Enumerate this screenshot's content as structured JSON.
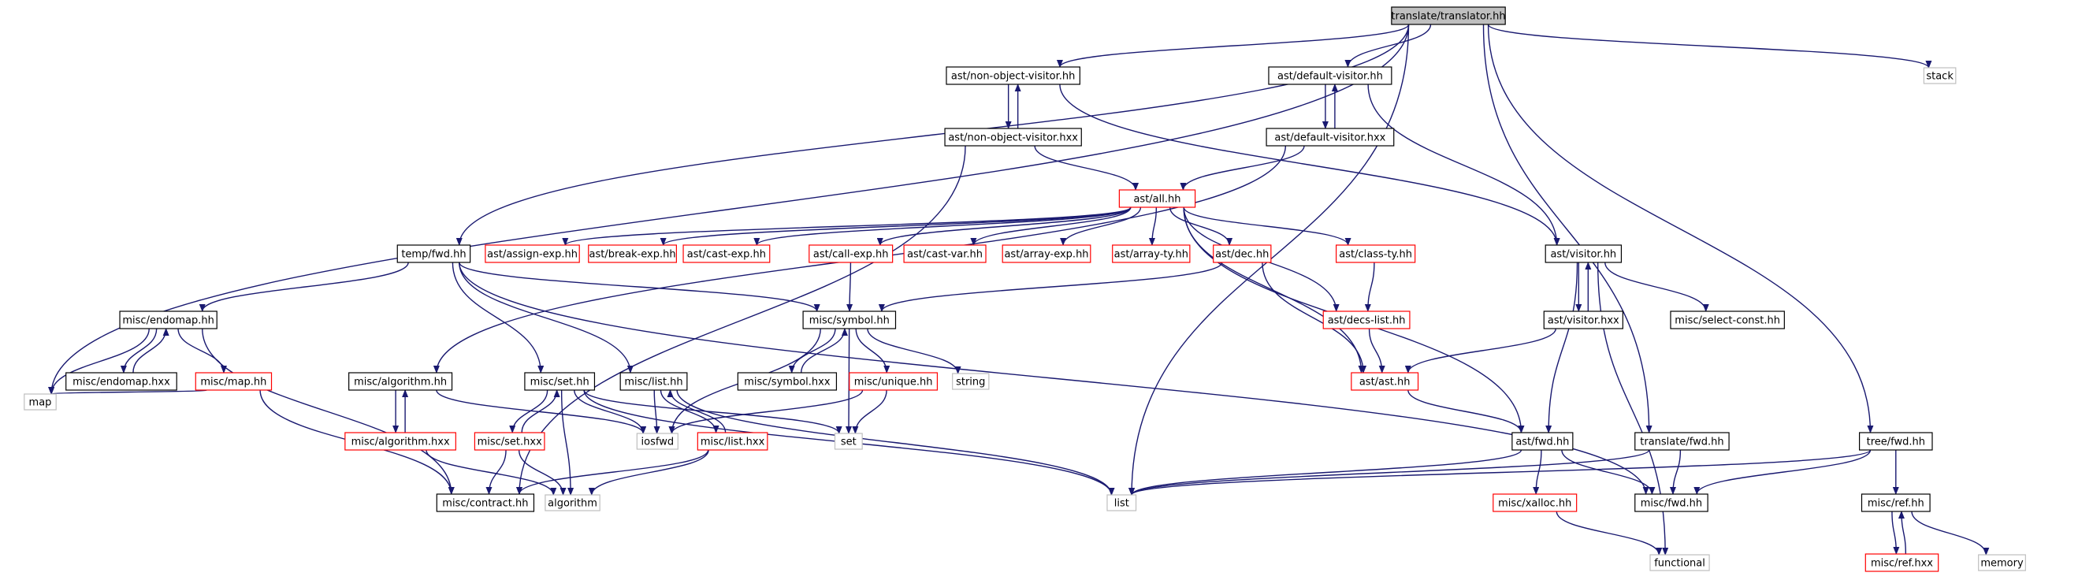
{
  "colors": {
    "edge": "#191970",
    "border_normal": "#000000",
    "border_truncated": "#ff0000",
    "border_external": "#bfbfbf",
    "root_fill": "#bfbfbf",
    "node_fill": "#ffffff"
  },
  "nodes": [
    {
      "id": "root",
      "label": "translate/translator.hh",
      "kind": "root"
    },
    {
      "id": "map",
      "label": "map",
      "kind": "external"
    },
    {
      "id": "nov_hh",
      "label": "ast/non-object-visitor.hh",
      "kind": "normal"
    },
    {
      "id": "nov_hxx",
      "label": "ast/non-object-visitor.hxx",
      "kind": "normal"
    },
    {
      "id": "dv_hh",
      "label": "ast/default-visitor.hh",
      "kind": "normal"
    },
    {
      "id": "dv_hxx",
      "label": "ast/default-visitor.hxx",
      "kind": "normal"
    },
    {
      "id": "stack",
      "label": "stack",
      "kind": "external"
    },
    {
      "id": "all_hh",
      "label": "ast/all.hh",
      "kind": "truncated"
    },
    {
      "id": "temp_fwd",
      "label": "temp/fwd.hh",
      "kind": "normal"
    },
    {
      "id": "assign",
      "label": "ast/assign-exp.hh",
      "kind": "truncated"
    },
    {
      "id": "break",
      "label": "ast/break-exp.hh",
      "kind": "truncated"
    },
    {
      "id": "cast_exp",
      "label": "ast/cast-exp.hh",
      "kind": "truncated"
    },
    {
      "id": "call_exp",
      "label": "ast/call-exp.hh",
      "kind": "truncated"
    },
    {
      "id": "cast_var",
      "label": "ast/cast-var.hh",
      "kind": "truncated"
    },
    {
      "id": "array_exp",
      "label": "ast/array-exp.hh",
      "kind": "truncated"
    },
    {
      "id": "array_ty",
      "label": "ast/array-ty.hh",
      "kind": "truncated"
    },
    {
      "id": "dec_hh",
      "label": "ast/dec.hh",
      "kind": "truncated"
    },
    {
      "id": "class_ty",
      "label": "ast/class-ty.hh",
      "kind": "truncated"
    },
    {
      "id": "visitor_hh",
      "label": "ast/visitor.hh",
      "kind": "normal"
    },
    {
      "id": "visitor_hxx",
      "label": "ast/visitor.hxx",
      "kind": "normal"
    },
    {
      "id": "select_const",
      "label": "misc/select-const.hh",
      "kind": "normal"
    },
    {
      "id": "decs_list",
      "label": "ast/decs-list.hh",
      "kind": "truncated"
    },
    {
      "id": "ast_hh",
      "label": "ast/ast.hh",
      "kind": "truncated"
    },
    {
      "id": "ast_fwd",
      "label": "ast/fwd.hh",
      "kind": "normal"
    },
    {
      "id": "endomap_hh",
      "label": "misc/endomap.hh",
      "kind": "normal"
    },
    {
      "id": "endomap_hxx",
      "label": "misc/endomap.hxx",
      "kind": "normal"
    },
    {
      "id": "misc_map",
      "label": "misc/map.hh",
      "kind": "truncated"
    },
    {
      "id": "symbol_hh",
      "label": "misc/symbol.hh",
      "kind": "normal"
    },
    {
      "id": "symbol_hxx",
      "label": "misc/symbol.hxx",
      "kind": "normal"
    },
    {
      "id": "unique_hh",
      "label": "misc/unique.hh",
      "kind": "truncated"
    },
    {
      "id": "string",
      "label": "string",
      "kind": "external"
    },
    {
      "id": "algo_hh",
      "label": "misc/algorithm.hh",
      "kind": "normal"
    },
    {
      "id": "algo_hxx",
      "label": "misc/algorithm.hxx",
      "kind": "truncated"
    },
    {
      "id": "set_hh",
      "label": "misc/set.hh",
      "kind": "normal"
    },
    {
      "id": "set_hxx",
      "label": "misc/set.hxx",
      "kind": "truncated"
    },
    {
      "id": "list_hh",
      "label": "misc/list.hh",
      "kind": "normal"
    },
    {
      "id": "list_hxx",
      "label": "misc/list.hxx",
      "kind": "truncated"
    },
    {
      "id": "iosfwd",
      "label": "iosfwd",
      "kind": "external"
    },
    {
      "id": "set",
      "label": "set",
      "kind": "external"
    },
    {
      "id": "contract",
      "label": "misc/contract.hh",
      "kind": "normal"
    },
    {
      "id": "algorithm",
      "label": "algorithm",
      "kind": "external"
    },
    {
      "id": "list",
      "label": "list",
      "kind": "external"
    },
    {
      "id": "translate_fwd",
      "label": "translate/fwd.hh",
      "kind": "normal"
    },
    {
      "id": "misc_fwd",
      "label": "misc/fwd.hh",
      "kind": "normal"
    },
    {
      "id": "xalloc",
      "label": "misc/xalloc.hh",
      "kind": "truncated"
    },
    {
      "id": "functional",
      "label": "functional",
      "kind": "external"
    },
    {
      "id": "tree_fwd",
      "label": "tree/fwd.hh",
      "kind": "normal"
    },
    {
      "id": "ref_hh",
      "label": "misc/ref.hh",
      "kind": "normal"
    },
    {
      "id": "ref_hxx",
      "label": "misc/ref.hxx",
      "kind": "truncated"
    },
    {
      "id": "memory",
      "label": "memory",
      "kind": "external"
    }
  ],
  "edges": [
    [
      "root",
      "map"
    ],
    [
      "root",
      "nov_hh"
    ],
    [
      "root",
      "dv_hh"
    ],
    [
      "root",
      "stack"
    ],
    [
      "root",
      "temp_fwd"
    ],
    [
      "root",
      "list"
    ],
    [
      "root",
      "translate_fwd"
    ],
    [
      "root",
      "tree_fwd"
    ],
    [
      "nov_hh",
      "nov_hxx"
    ],
    [
      "nov_hxx",
      "nov_hh"
    ],
    [
      "nov_hh",
      "visitor_hh"
    ],
    [
      "nov_hxx",
      "all_hh"
    ],
    [
      "nov_hxx",
      "contract"
    ],
    [
      "dv_hh",
      "dv_hxx"
    ],
    [
      "dv_hxx",
      "dv_hh"
    ],
    [
      "dv_hh",
      "visitor_hh"
    ],
    [
      "dv_hxx",
      "all_hh"
    ],
    [
      "dv_hxx",
      "algo_hh"
    ],
    [
      "all_hh",
      "assign"
    ],
    [
      "all_hh",
      "break"
    ],
    [
      "all_hh",
      "cast_exp"
    ],
    [
      "all_hh",
      "call_exp"
    ],
    [
      "all_hh",
      "cast_var"
    ],
    [
      "all_hh",
      "array_exp"
    ],
    [
      "all_hh",
      "array_ty"
    ],
    [
      "all_hh",
      "dec_hh"
    ],
    [
      "all_hh",
      "class_ty"
    ],
    [
      "all_hh",
      "decs_list"
    ],
    [
      "all_hh",
      "ast_hh"
    ],
    [
      "all_hh",
      "ast_fwd"
    ],
    [
      "call_exp",
      "symbol_hh"
    ],
    [
      "dec_hh",
      "symbol_hh"
    ],
    [
      "dec_hh",
      "ast_hh"
    ],
    [
      "class_ty",
      "decs_list"
    ],
    [
      "decs_list",
      "ast_hh"
    ],
    [
      "visitor_hh",
      "visitor_hxx"
    ],
    [
      "visitor_hxx",
      "visitor_hh"
    ],
    [
      "visitor_hh",
      "select_const"
    ],
    [
      "visitor_hh",
      "ast_fwd"
    ],
    [
      "visitor_hh",
      "functional"
    ],
    [
      "visitor_hxx",
      "ast_hh"
    ],
    [
      "ast_hh",
      "ast_fwd"
    ],
    [
      "ast_fwd",
      "list"
    ],
    [
      "ast_fwd",
      "misc_fwd"
    ],
    [
      "ast_fwd",
      "xalloc"
    ],
    [
      "temp_fwd",
      "endomap_hh"
    ],
    [
      "temp_fwd",
      "symbol_hh"
    ],
    [
      "temp_fwd",
      "set_hh"
    ],
    [
      "temp_fwd",
      "list_hh"
    ],
    [
      "temp_fwd",
      "misc_fwd"
    ],
    [
      "endomap_hh",
      "endomap_hxx"
    ],
    [
      "endomap_hxx",
      "endomap_hh"
    ],
    [
      "endomap_hh",
      "map"
    ],
    [
      "endomap_hh",
      "misc_map"
    ],
    [
      "endomap_hh",
      "contract"
    ],
    [
      "misc_map",
      "map"
    ],
    [
      "misc_map",
      "contract"
    ],
    [
      "symbol_hh",
      "symbol_hxx"
    ],
    [
      "symbol_hxx",
      "symbol_hh"
    ],
    [
      "symbol_hh",
      "unique_hh"
    ],
    [
      "symbol_hh",
      "string"
    ],
    [
      "symbol_hh",
      "set"
    ],
    [
      "symbol_hh",
      "iosfwd"
    ],
    [
      "unique_hh",
      "set"
    ],
    [
      "unique_hh",
      "iosfwd"
    ],
    [
      "algo_hh",
      "algo_hxx"
    ],
    [
      "algo_hxx",
      "algo_hh"
    ],
    [
      "algo_hh",
      "iosfwd"
    ],
    [
      "algo_hxx",
      "algorithm"
    ],
    [
      "set_hh",
      "set_hxx"
    ],
    [
      "set_hxx",
      "set_hh"
    ],
    [
      "set_hh",
      "iosfwd"
    ],
    [
      "set_hh",
      "set"
    ],
    [
      "set_hh",
      "algorithm"
    ],
    [
      "set_hh",
      "list"
    ],
    [
      "set_hxx",
      "contract"
    ],
    [
      "set_hxx",
      "algorithm"
    ],
    [
      "list_hh",
      "list_hxx"
    ],
    [
      "list_hxx",
      "list_hh"
    ],
    [
      "list_hh",
      "iosfwd"
    ],
    [
      "list_hh",
      "list"
    ],
    [
      "list_hxx",
      "contract"
    ],
    [
      "list_hxx",
      "algorithm"
    ],
    [
      "translate_fwd",
      "list"
    ],
    [
      "translate_fwd",
      "misc_fwd"
    ],
    [
      "xalloc",
      "functional"
    ],
    [
      "tree_fwd",
      "list"
    ],
    [
      "tree_fwd",
      "misc_fwd"
    ],
    [
      "tree_fwd",
      "ref_hh"
    ],
    [
      "ref_hh",
      "ref_hxx"
    ],
    [
      "ref_hxx",
      "ref_hh"
    ],
    [
      "ref_hh",
      "memory"
    ]
  ]
}
